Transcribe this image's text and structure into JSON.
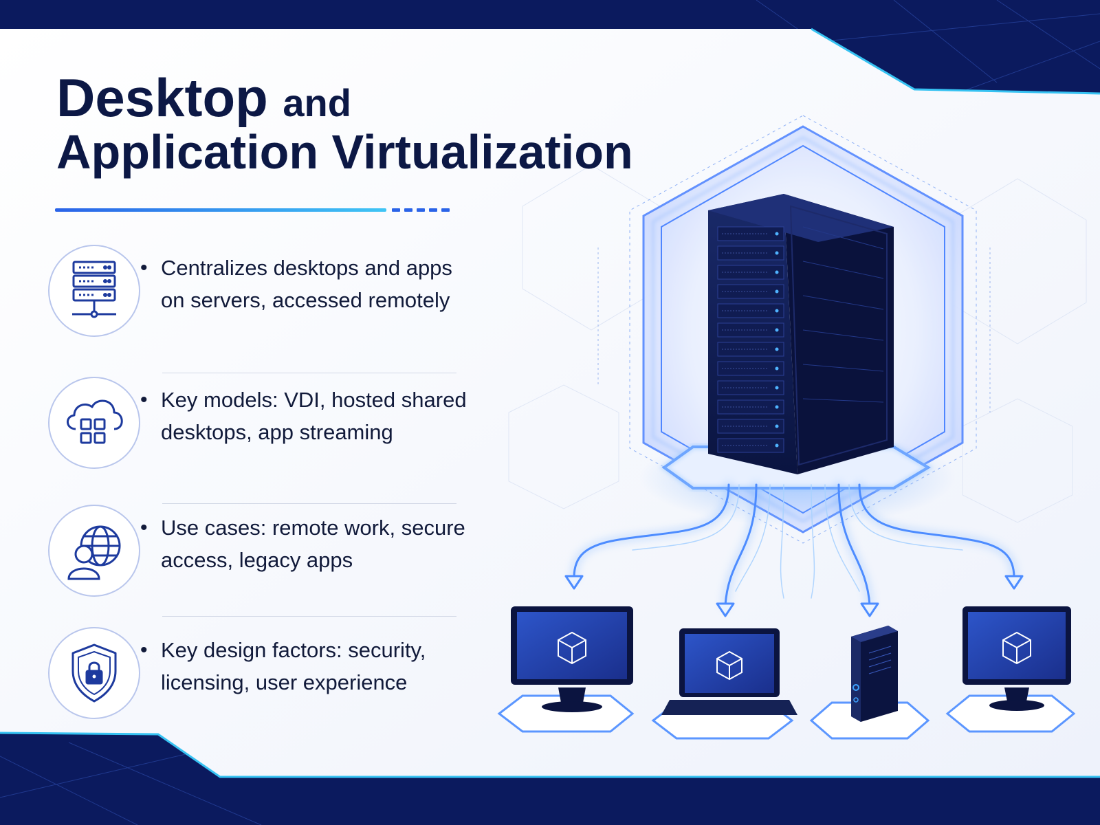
{
  "title": {
    "line1_main": "Desktop",
    "line1_rest": "and",
    "line2": "Application Virtualization"
  },
  "bullets": [
    {
      "icon": "server-network-icon",
      "text": "Centralizes desktops and apps on servers, accessed remotely"
    },
    {
      "icon": "cloud-apps-icon",
      "text": "Key models: VDI, hosted shared desktops, app streaming"
    },
    {
      "icon": "user-globe-icon",
      "text": "Use cases: remote work, secure access, legacy apps"
    },
    {
      "icon": "shield-lock-icon",
      "text": "Key design factors: security, licensing, user experience"
    }
  ],
  "diagram": {
    "center": "server-rack-icon",
    "clients": [
      "desktop-monitor-icon",
      "laptop-icon",
      "thin-client-icon",
      "desktop-monitor-icon"
    ]
  },
  "colors": {
    "navy": "#0c1845",
    "accent": "#2f6df0",
    "glow": "#58a6ff",
    "dark_bg": "#0b1a5e"
  }
}
